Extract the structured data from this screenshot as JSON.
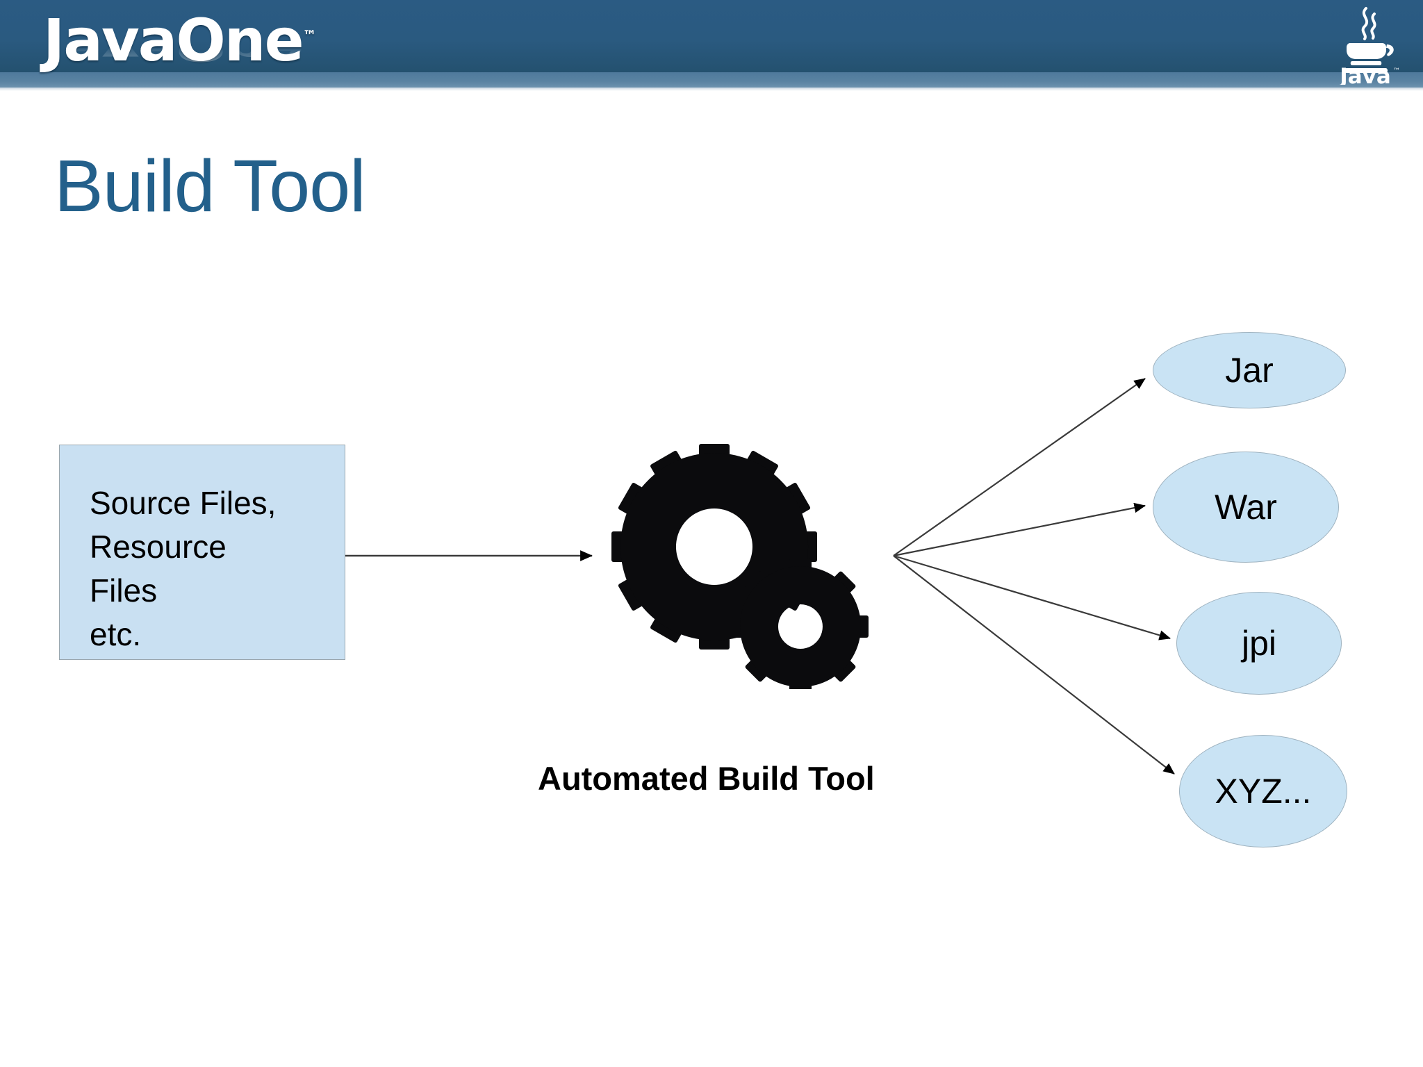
{
  "header": {
    "brand": "JavaOne",
    "brand_trademark": "™",
    "java_logo_label": "Java",
    "java_logo_trademark": "™",
    "band_color": "#2b5b83",
    "accent_color": "#4f7a9c"
  },
  "slide": {
    "title": "Build Tool",
    "title_color": "#23608b"
  },
  "diagram": {
    "type": "flow",
    "input_box": {
      "label": "Source Files,\nResource\nFiles\netc.",
      "fill": "#c9e0f2",
      "border": "#9aa6ad"
    },
    "process": {
      "icon": "gears-icon",
      "caption": "Automated Build Tool",
      "color": "#000000"
    },
    "outputs": [
      {
        "label": "Jar",
        "fill": "#c9e3f4",
        "border": "#9fb3c0"
      },
      {
        "label": "War",
        "fill": "#c9e3f4",
        "border": "#9fb3c0"
      },
      {
        "label": "jpi",
        "fill": "#c9e3f4",
        "border": "#9fb3c0"
      },
      {
        "label": "XYZ...",
        "fill": "#c9e3f4",
        "border": "#9fb3c0"
      }
    ],
    "connectors": {
      "input_to_process": 1,
      "process_to_outputs": 4,
      "line_color": "#3a3a3a",
      "arrowhead": "solid-triangle"
    }
  }
}
